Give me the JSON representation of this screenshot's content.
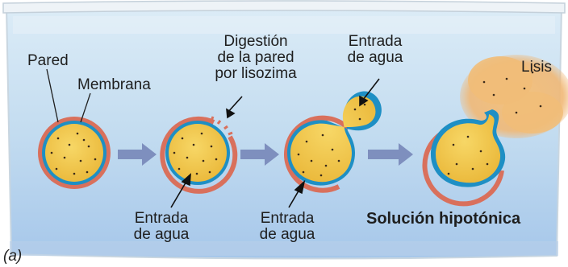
{
  "labels": {
    "pared": "Pared",
    "membrana": "Membrana",
    "digestion_l1": "Digestión",
    "digestion_l2": "de la pared",
    "digestion_l3": "por lisozima",
    "entrada_top_l1": "Entrada",
    "entrada_top_l2": "de agua",
    "lisis": "Lisis",
    "entrada1_l1": "Entrada",
    "entrada1_l2": "de agua",
    "entrada2_l1": "Entrada",
    "entrada2_l2": "de agua",
    "solucion": "Solución hipotónica",
    "panel": "(a)"
  },
  "colors": {
    "water_top": "#d4e8f6",
    "water_bottom": "#a9c9ea",
    "beaker_rim": "#e8eef3",
    "cytoplasm": "#f2c84a",
    "membrane": "#1e8fc4",
    "wall": "#d9705c",
    "arrow": "#7e8fbe",
    "lysis_cloud": "#f0ba76"
  }
}
